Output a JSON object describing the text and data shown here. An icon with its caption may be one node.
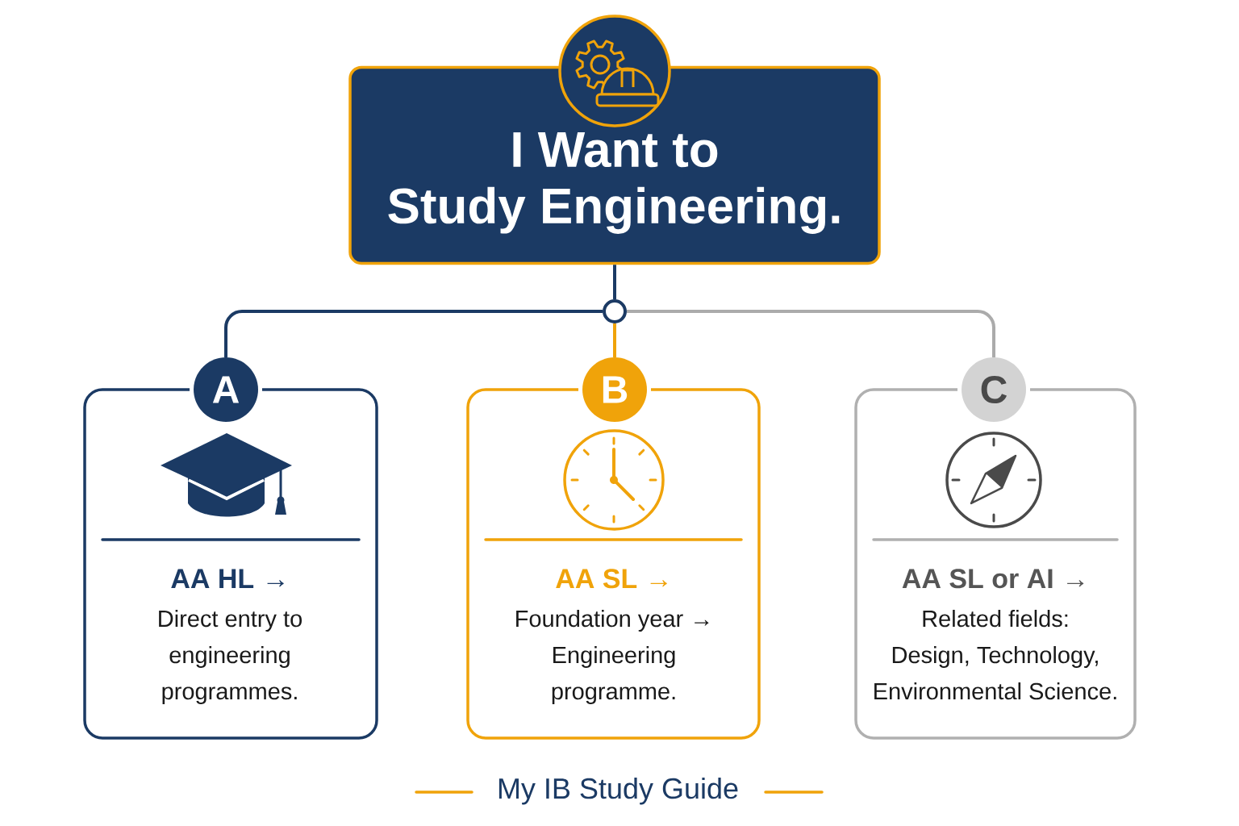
{
  "diagram": {
    "nodes": [
      {
        "text": [
          "I Want to Study Engineering."
        ]
      },
      {
        "text": [],
        "shape": "circle"
      },
      {
        "text": [
          "A"
        ]
      },
      {
        "text": [
          "AA HL →",
          "Direct entry to engineering programmes."
        ]
      },
      {
        "text": [
          "B"
        ]
      },
      {
        "text": [
          "AA SL →",
          "Foundation year → Engineering programme."
        ]
      },
      {
        "text": [
          "C"
        ]
      },
      {
        "text": [
          "AA SL or AI →",
          "Related fields: Design, Technology, Environmental Science."
        ]
      }
    ],
    "edges": [
      {
        "from": 0,
        "to": 1,
        "arrow": "none"
      },
      {
        "from": 1,
        "to": 2,
        "arrow": "none"
      },
      {
        "from": 1,
        "to": 4,
        "arrow": "none",
        "color": "#f0a30a"
      },
      {
        "from": 1,
        "to": 6,
        "arrow": "none",
        "color": "#ababab"
      }
    ],
    "caption": "My IB Study Guide"
  }
}
